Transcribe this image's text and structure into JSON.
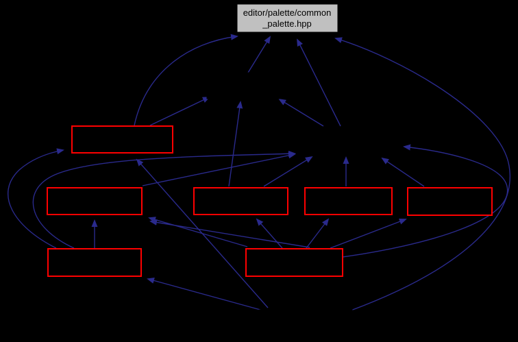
{
  "diagram": {
    "type": "include-dependency-graph",
    "background_color": "#000000",
    "main_node": {
      "label_line1": "editor/palette/common",
      "label_line2": "_palette.hpp",
      "fill_color": "#c0c0c0",
      "text_color": "#000000"
    },
    "colors": {
      "edge": "#2a2a8c",
      "highlighted_node_border": "#ff0000"
    },
    "highlighted_node_count": 7,
    "hidden_node_count": 3,
    "edge_count": 22
  }
}
